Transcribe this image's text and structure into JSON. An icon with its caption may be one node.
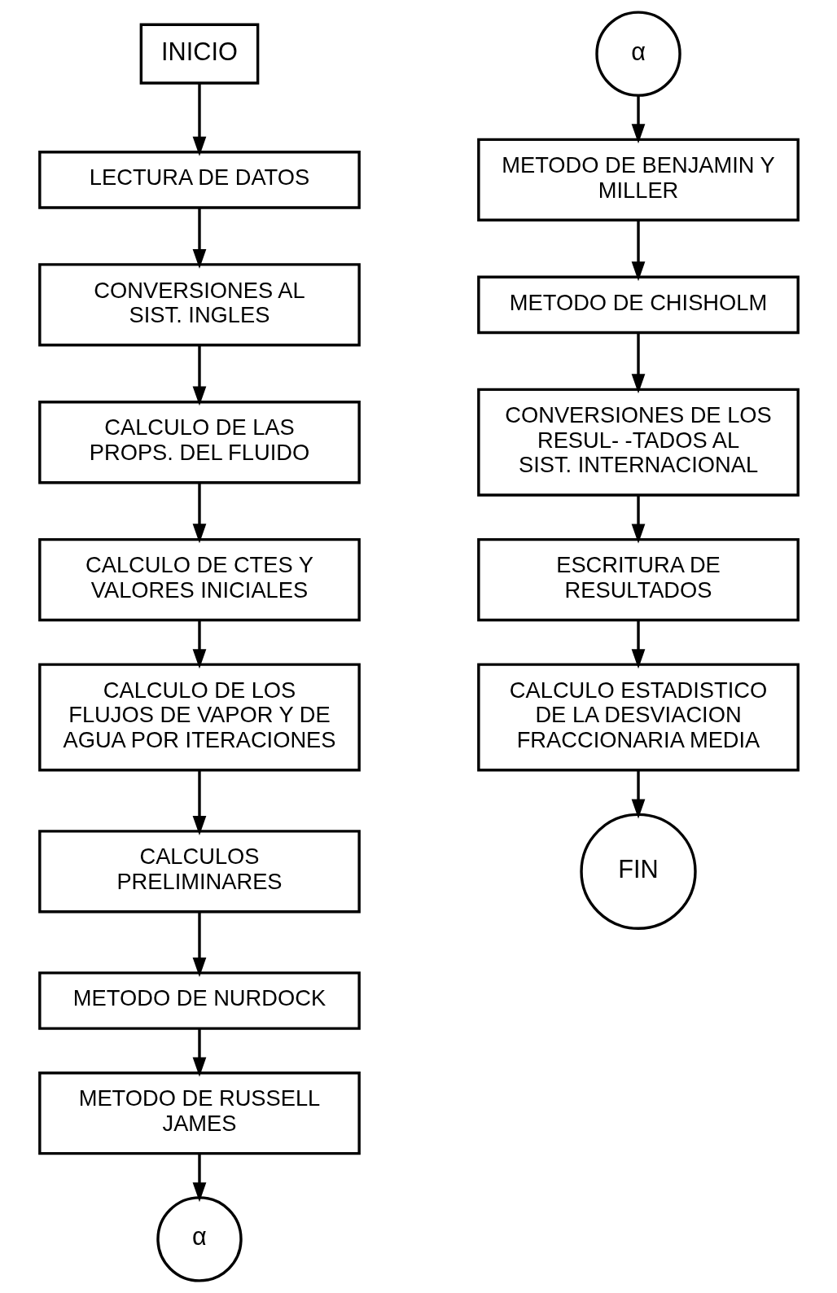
{
  "diagram": {
    "nodes": [
      {
        "text": [
          "INICIO"
        ]
      },
      {
        "text": [
          "LECTURA DE DATOS"
        ]
      },
      {
        "text": [
          "CONVERSIONES AL SIST. INGLES"
        ]
      },
      {
        "text": [
          "CALCULO DE LAS PROPS. DEL FLUIDO"
        ]
      },
      {
        "text": [
          "CALCULO DE CTES Y VALORES INICIALES"
        ]
      },
      {
        "text": [
          "CALCULO DE LOS FLUJOS DE VAPOR Y DE AGUA POR ITERACIONES"
        ]
      },
      {
        "text": [
          "CALCULOS PRELIMINARES"
        ]
      },
      {
        "text": [
          "METODO DE NURDOCK"
        ]
      },
      {
        "text": [
          "METODO DE RUSSELL JAMES"
        ]
      },
      {
        "text": [
          "α"
        ]
      },
      {
        "text": [
          "α"
        ]
      },
      {
        "text": [
          "METODO DE BENJAMIN Y MILLER"
        ]
      },
      {
        "text": [
          "METODO DE CHISHOLM"
        ]
      },
      {
        "text": [
          "CONVERSIONES DE LOS RESUL- -TADOS AL SIST. INTERNACIONAL"
        ]
      },
      {
        "text": [
          "ESCRITURA DE RESULTADOS"
        ]
      },
      {
        "text": [
          "CALCULO ESTADISTICO DE LA DESVIACION FRACCIONARIA MEDIA"
        ]
      },
      {
        "text": [
          "FIN"
        ]
      }
    ],
    "edges": [
      {
        "from": 0,
        "to": 1,
        "arrow": "to"
      },
      {
        "from": 1,
        "to": 2,
        "arrow": "to"
      },
      {
        "from": 2,
        "to": 3,
        "arrow": "to"
      },
      {
        "from": 3,
        "to": 4,
        "arrow": "to"
      },
      {
        "from": 4,
        "to": 5,
        "arrow": "to"
      },
      {
        "from": 5,
        "to": 6,
        "arrow": "to"
      },
      {
        "from": 6,
        "to": 7,
        "arrow": "to"
      },
      {
        "from": 7,
        "to": 8,
        "arrow": "to"
      },
      {
        "from": 8,
        "to": 9,
        "arrow": "to"
      },
      {
        "from": 10,
        "to": 11,
        "arrow": "to"
      },
      {
        "from": 11,
        "to": 12,
        "arrow": "to"
      },
      {
        "from": 12,
        "to": 13,
        "arrow": "to"
      },
      {
        "from": 13,
        "to": 14,
        "arrow": "to"
      },
      {
        "from": 14,
        "to": 15,
        "arrow": "to"
      },
      {
        "from": 15,
        "to": 16,
        "arrow": "to"
      }
    ]
  }
}
